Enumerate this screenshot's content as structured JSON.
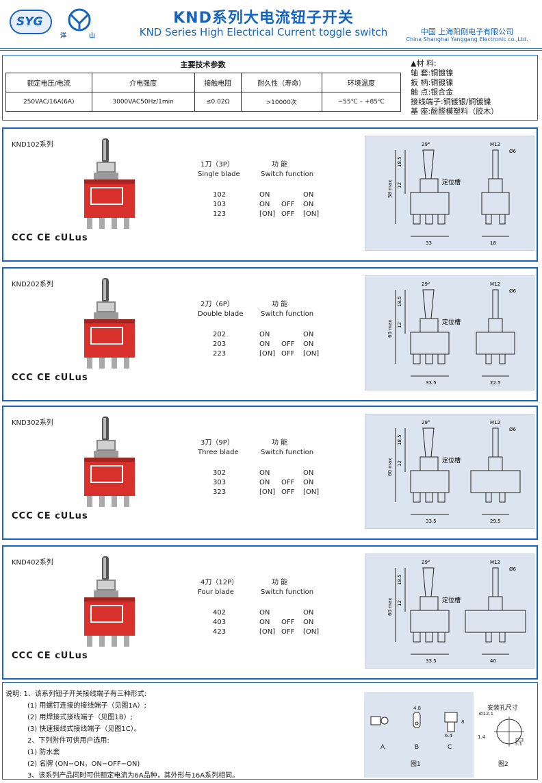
{
  "header": {
    "logo1": "SYG",
    "logo2_left": "洋",
    "logo2_right": "山",
    "title": "KND系列大电流钮子开关",
    "subtitle": "KND Series High Electrical Current toggle switch",
    "company_cn": "中国  上海阳刚电子有限公司",
    "company_en": "China Shanghai Yanggang Electronic co.,Ltd."
  },
  "specs": {
    "heading": "主要技术参数",
    "columns": [
      "额定电压/电流",
      "介电强度",
      "接触电阻",
      "耐久性（寿命）",
      "环境温度"
    ],
    "values": [
      "250VAC/16A(6A)",
      "3000VAC50Hz/1min",
      "≤0.02Ω",
      ">10000次",
      "−55℃ – +85℃"
    ]
  },
  "materials": {
    "title": "▲材 料:",
    "rows": [
      {
        "k": "轴    套:",
        "v": "铜镀镍"
      },
      {
        "k": "扳    柄:",
        "v": "铜镀镍"
      },
      {
        "k": "触    点:",
        "v": "银合金"
      },
      {
        "k": "接线端子:",
        "v": "铜镀银/铜镀镍"
      },
      {
        "k": "基    座:",
        "v": "酚醛模塑料（胶木）"
      }
    ]
  },
  "models": [
    {
      "name": "KND102系列",
      "blade_cn": "1刀（3P）",
      "blade_en": "Single blade",
      "func_cn": "功  能",
      "func_en": "Switch function",
      "rows": [
        [
          "102",
          "ON",
          "",
          "ON"
        ],
        [
          "103",
          "ON",
          "OFF",
          "ON"
        ],
        [
          "123",
          "[ON]",
          "OFF",
          "[ON]"
        ]
      ],
      "dim_height": "58 max",
      "dim_width": "33",
      "dim_side": "18"
    },
    {
      "name": "KND202系列",
      "blade_cn": "2刀（6P）",
      "blade_en": "Double blade",
      "func_cn": "功  能",
      "func_en": "Switch function",
      "rows": [
        [
          "202",
          "ON",
          "",
          "ON"
        ],
        [
          "203",
          "ON",
          "OFF",
          "ON"
        ],
        [
          "223",
          "[ON]",
          "OFF",
          "[ON]"
        ]
      ],
      "dim_height": "60 max",
      "dim_width": "33.5",
      "dim_side": "22.5"
    },
    {
      "name": "KND302系列",
      "blade_cn": "3刀（9P）",
      "blade_en": "Three blade",
      "func_cn": "功  能",
      "func_en": "Switch function",
      "rows": [
        [
          "302",
          "ON",
          "",
          "ON"
        ],
        [
          "303",
          "ON",
          "OFF",
          "ON"
        ],
        [
          "323",
          "[ON]",
          "OFF",
          "[ON]"
        ]
      ],
      "dim_height": "60 max",
      "dim_width": "33.5",
      "dim_side": "29.5"
    },
    {
      "name": "KND402系列",
      "blade_cn": "4刀（12P）",
      "blade_en": "Four blade",
      "func_cn": "功  能",
      "func_en": "Switch function",
      "rows": [
        [
          "402",
          "ON",
          "",
          "ON"
        ],
        [
          "403",
          "ON",
          "OFF",
          "ON"
        ],
        [
          "423",
          "[ON]",
          "OFF",
          "[ON]"
        ]
      ],
      "dim_height": "60 max",
      "dim_width": "33.5",
      "dim_side": "40"
    }
  ],
  "drawing_labels": {
    "angle": "29°",
    "thread": "M12",
    "dia": "Ø6",
    "d1": "18.5",
    "d2": "12",
    "detent": "定位槽"
  },
  "certs": "CCC CE cULus",
  "notes": {
    "lines": [
      "说明: 1、该系列钮子开关接线端子有三种形式:",
      "(1) 用螺钉连接的接线端子（见图1A）;",
      "(2) 用焊接式接线端子（见图1B）;",
      "(3) 快速接线式接线端子（见图1C）。",
      "2、下列附件可供用户选用:",
      "(1) 防水套",
      "(2) 名牌 (ON−ON，ON−OFF−ON)",
      "3、该系列产品同时可供额定电流为6A品种，其外形与16A系列相同。"
    ],
    "fig1_labels": [
      "A",
      "B",
      "C"
    ],
    "fig1_title": "图1",
    "fig2_title": "图2",
    "fig2_heading": "安装孔尺寸",
    "fig_dims": [
      "4.8",
      "8",
      "6.4",
      "Ø12.1",
      "1.4",
      "5.1"
    ]
  }
}
